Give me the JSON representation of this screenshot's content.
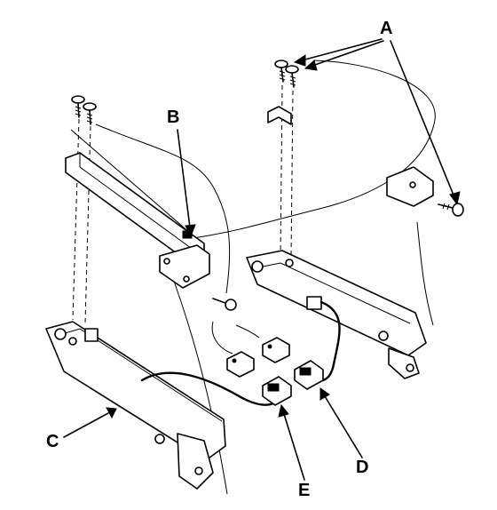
{
  "labels": {
    "a": "A",
    "b": "B",
    "c": "C",
    "d": "D",
    "e": "E"
  },
  "colors": {
    "ink": "#000000",
    "background": "#ffffff"
  }
}
